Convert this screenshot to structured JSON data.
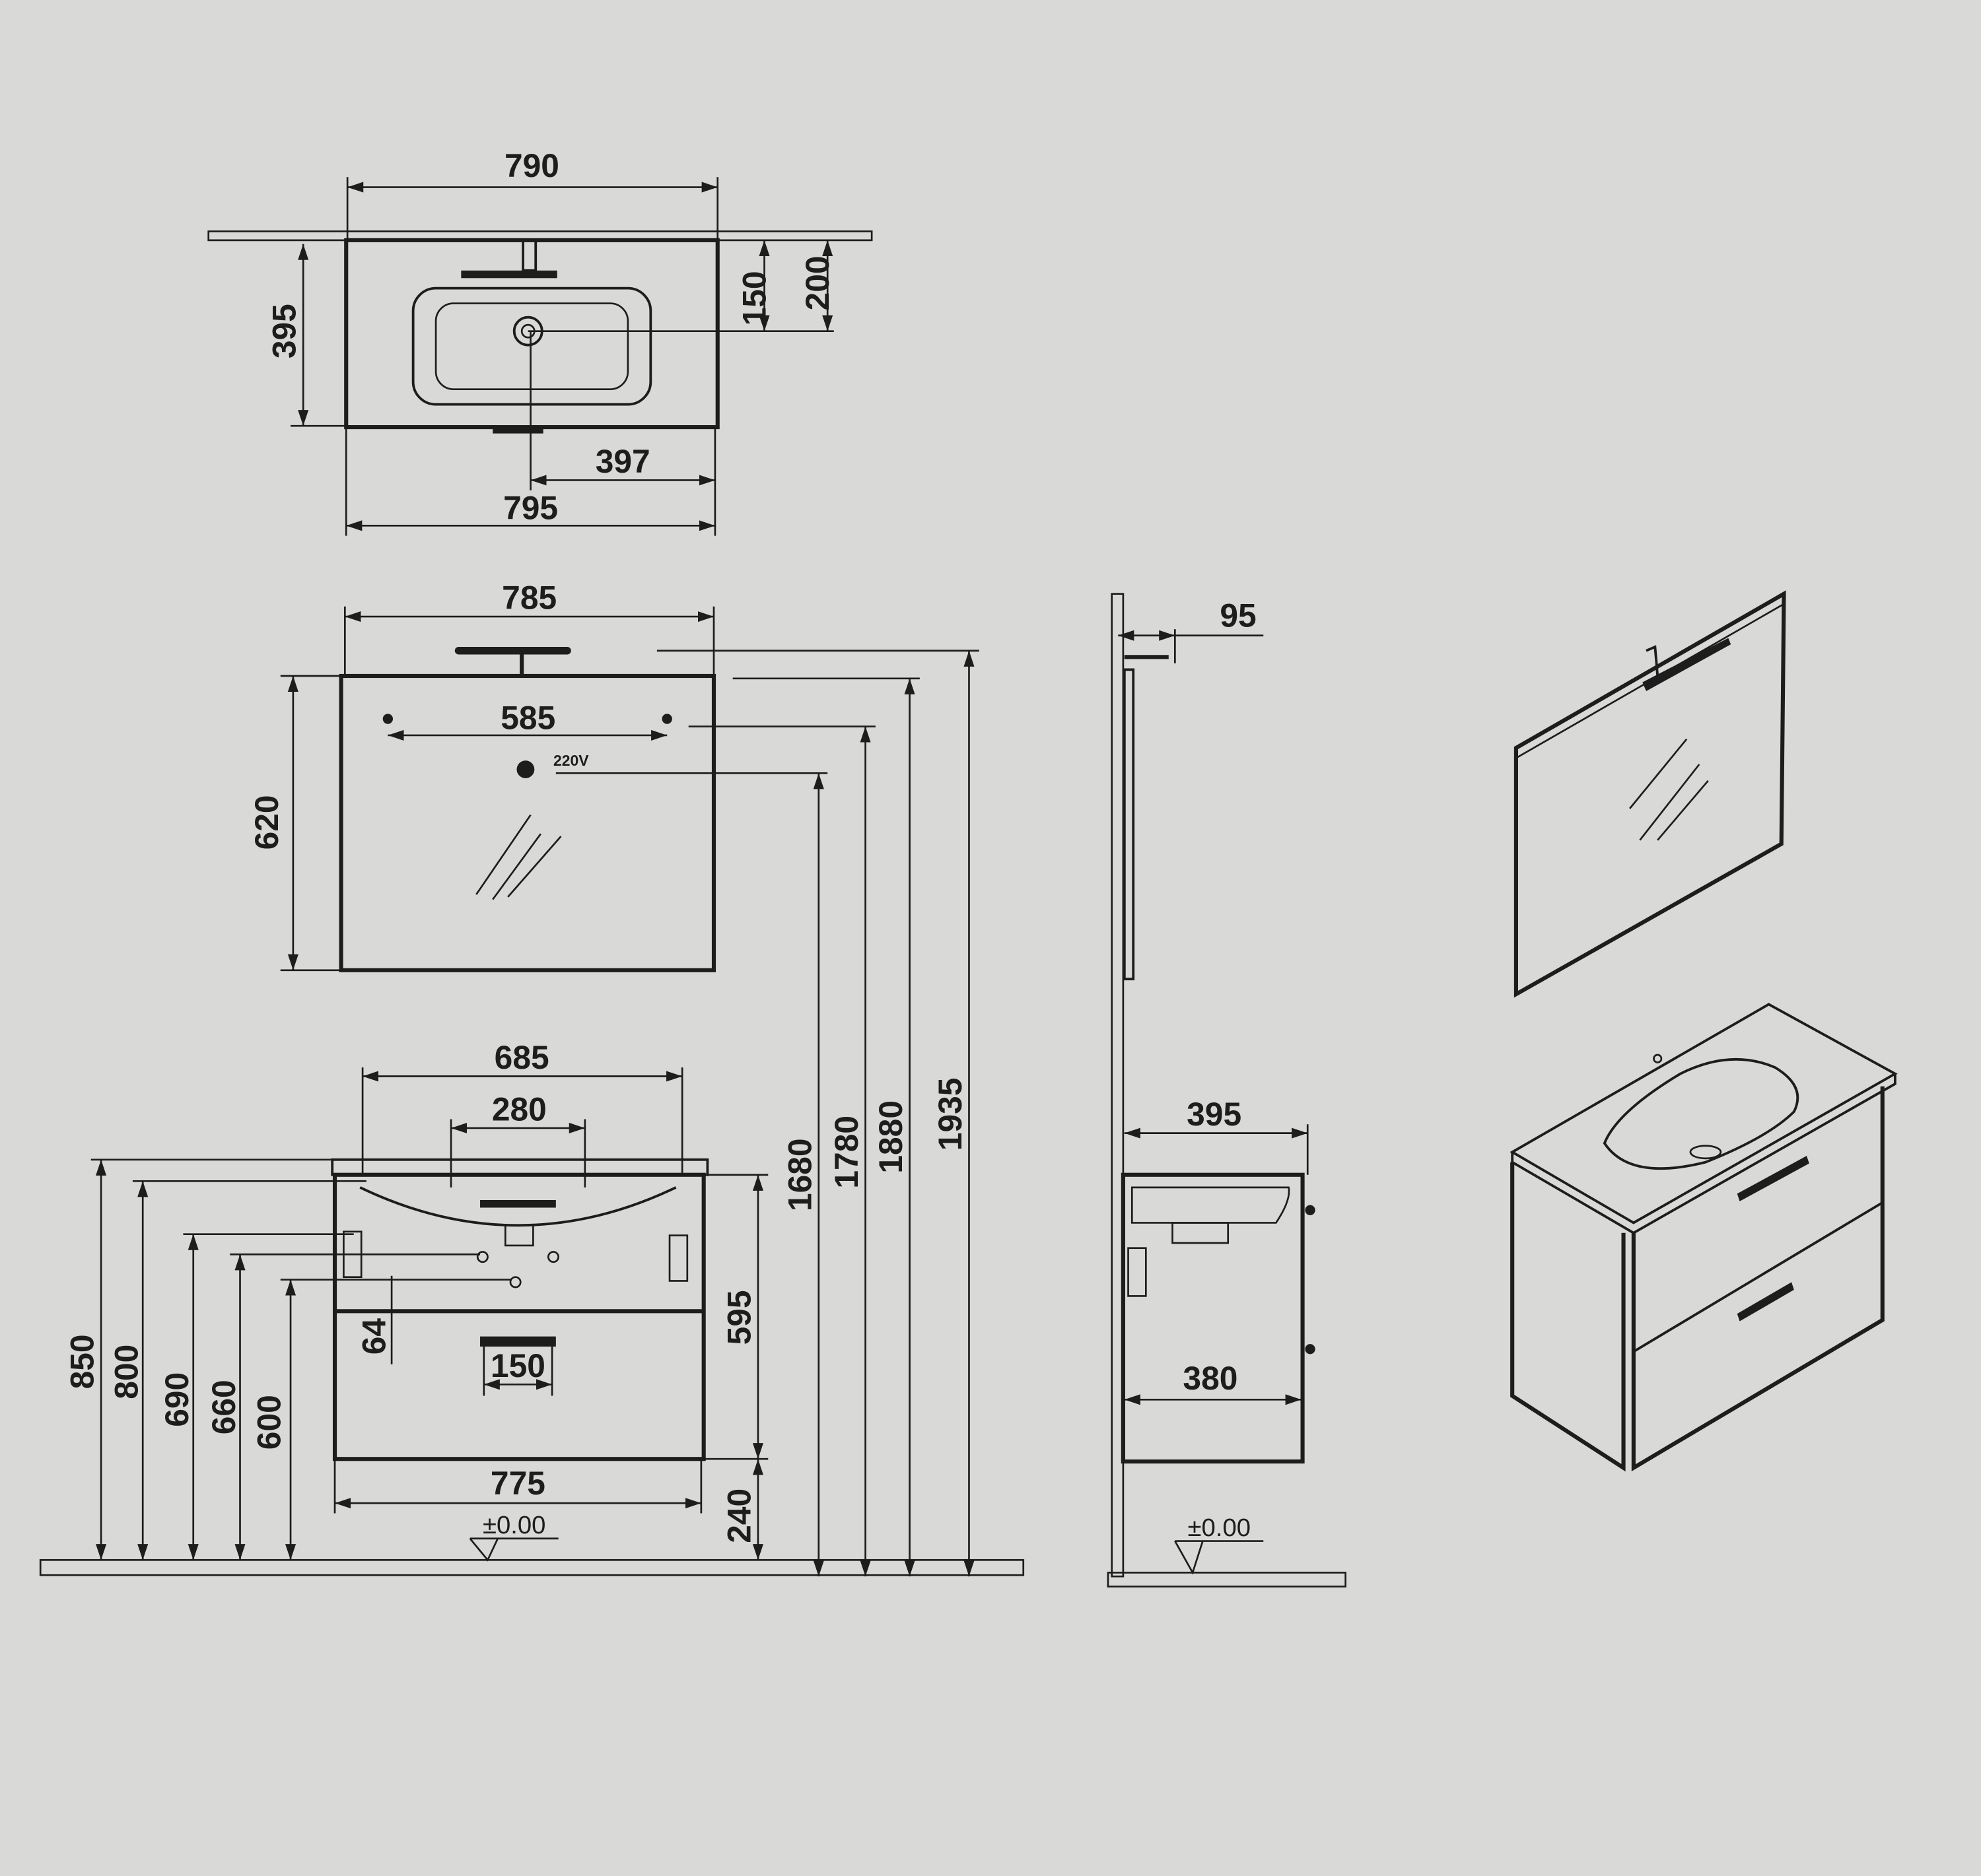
{
  "title": "Bathroom vanity unit with mirror – dimension drawing (mm)",
  "top_view": {
    "overall_width": "790",
    "depth": "395",
    "faucet_to_drain": "150",
    "wall_to_drain": "200",
    "drain_offset": "397",
    "total_width": "795"
  },
  "mirror_front": {
    "width": "785",
    "height": "620",
    "screw_spacing": "585",
    "socket_label": "220V"
  },
  "heights": {
    "h1": "1680",
    "h2": "1780",
    "h3": "1880",
    "h4": "1935"
  },
  "cabinet_front": {
    "basin_width": "685",
    "bowl_width": "280",
    "h850": "850",
    "h800": "800",
    "h690": "690",
    "h660": "660",
    "h600": "600",
    "body_height": "595",
    "floor_gap": "240",
    "drawer_offset": "64",
    "handle_width": "150",
    "cabinet_width": "775",
    "floor_level": "±0.00"
  },
  "side_view": {
    "mirror_depth": "95",
    "top_depth": "395",
    "cabinet_depth": "380",
    "floor_level": "±0.00"
  },
  "colors": {
    "paper": "#d9d9d7",
    "ink": "#1d1d1d"
  }
}
